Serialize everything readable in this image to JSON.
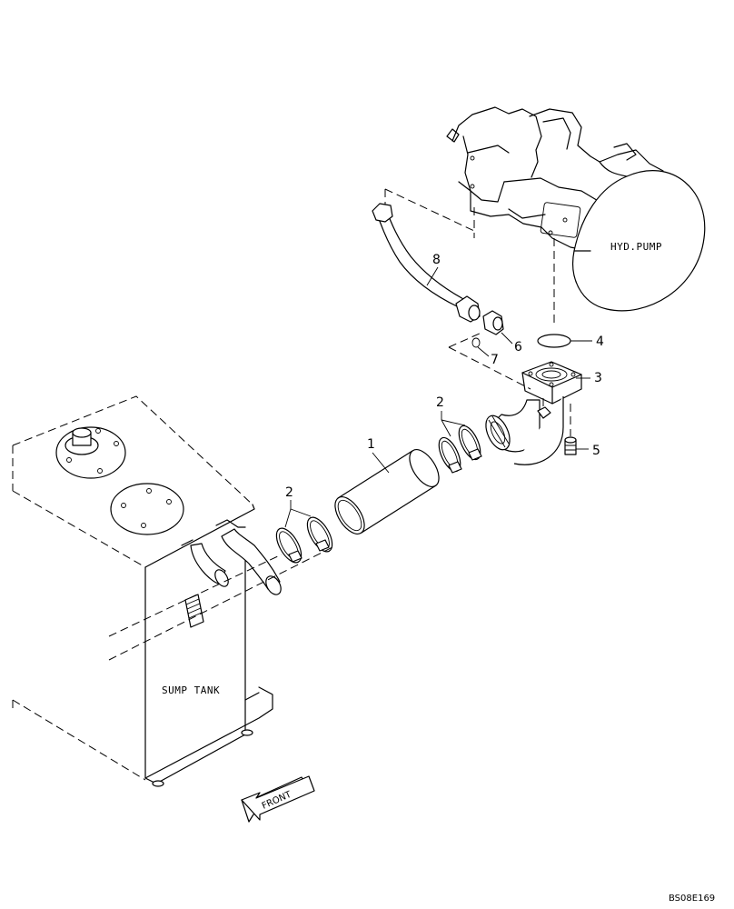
{
  "labels": {
    "pump": "HYD.PUMP",
    "tank": "SUMP TANK",
    "front": "FRONT",
    "drawing_code": "BS08E169"
  },
  "callouts": [
    "1",
    "2",
    "2",
    "3",
    "4",
    "5",
    "6",
    "7",
    "8"
  ]
}
